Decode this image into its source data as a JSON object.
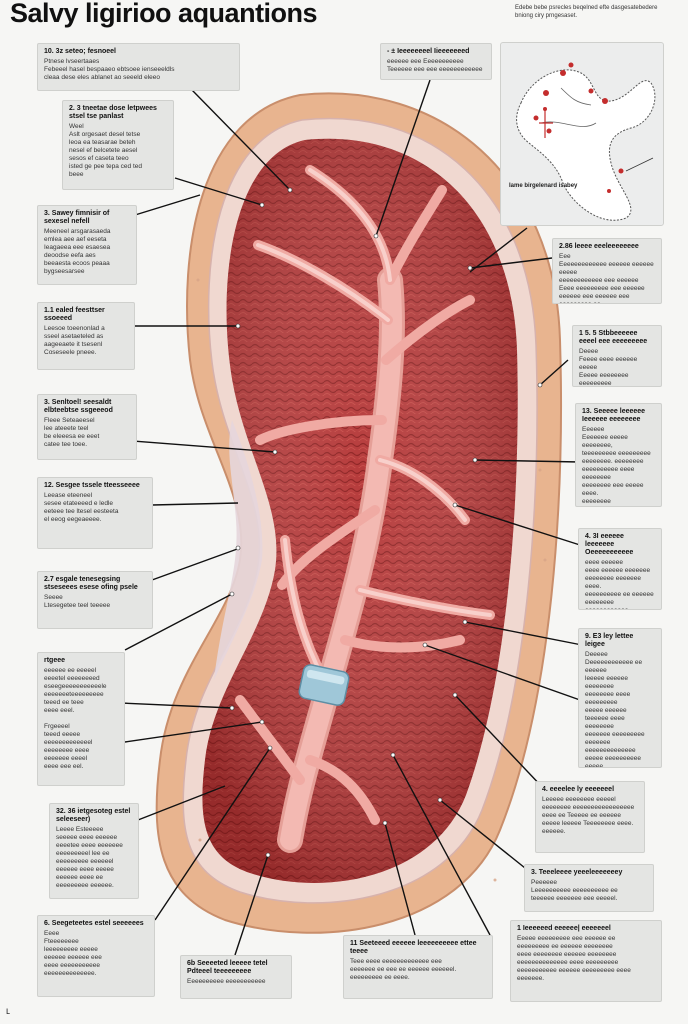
{
  "title": "Salvy ligirioo aquantions",
  "header_note": "Edebe bebe psrecles beqelned efte dasgesatebedere bniong ciry prngesaset.",
  "inset": {
    "label": "Iame birgelenard isabey"
  },
  "callouts": [
    {
      "id": "c1",
      "title": "10. 3z seteo; fesnoeel",
      "body": "Ptnese lvseertaaes\nFebeeel hasel bespaaeo ebtsoee ienseeeldls\ncleaa dese eles ablanet ao seeeld eleeo"
    },
    {
      "id": "c2",
      "title": "2. 3 tneetae dose letpwees stsel tse panlast",
      "body": "Weel\nAslt orgesaet desel tetse\nleoa ea teasarae beteh\nnesel ef belcetete aesel\nsesos ef caseta teeo\nisted ge pee tepa ced ted\nbeee"
    },
    {
      "id": "c3",
      "title": "3. Sawey fimnisir of sexesel nefell",
      "body": "Meeneel arsgarasaeda\nemlea aee aef eeseta\nIeagaeea eee esaesea\ndeoodse eefa aes\nbeeaesta ecoos peaaa\nbygseesarsee"
    },
    {
      "id": "c4",
      "title": "1.1 ealed feesttser ssoeeed",
      "body": "Leesoe toeenonlad a\nsseel asetaeteled as\naageeaete it tsesenl\nCoseseele pneee."
    },
    {
      "id": "c5",
      "title": "3. Senltoel! seesaldt elbteebtse ssgeeeod",
      "body": "Fleee Seteaeesel\nlee ateeete teel\nbe eleeesa ee eeet\ncatee tee toee."
    },
    {
      "id": "c6",
      "title": "12. Sesgee tssele tteesseeee",
      "body": "Leease eteeneel\nsesee etateeeed e ledle\neeteee tee ltesel eesteeta\nel eeog eegeaeeee."
    },
    {
      "id": "c7",
      "title": "2.7 esgale tenesegsing stseseees esese ofing psele",
      "body": "Seeee\nLtesegetee teel teeeee"
    },
    {
      "id": "c8",
      "title": "rtgeee",
      "body": "eeeeee ee eeeeel\neeeetel eeeeeeeed\neseegeeeeeeeeeeele\neeeeeeeteeeeeeeee\nteeed ee teee\neeee eeel.\n\nFrgeeeel\nteeed eeeee\neeeeeeeeeeeeel\neeeeeeee eeee\neeeeeee eeeel\neeee eee eel."
    },
    {
      "id": "c9",
      "title": "32. 36 ietgesoteg estel seleeseer)",
      "body": "Leeee Esteeeee\nseeeee eeee eeeeee\neeeetee eeee eeeeeee\neeeeeeeeel lee ee\neeeeeeeee eeeeeel\neeeeee eeee eeeee\neeeeee eeee ee\neeeeeeeee eeeeee."
    },
    {
      "id": "c10",
      "title": "6. Seegeteetes estel seeeeees",
      "body": "Eeee\nFteeeeeeee\nleeeeeeeee eeeee\neeeeee eeeeee eee\neeee eeeeeeeeeee\neeeeeeeeeeeeee."
    },
    {
      "id": "c11",
      "title": "6b Seeeeted leeeee tetel Pdteeel teeeeeeeee",
      "body": "Eeeeeeeeee eeeeeeeeeee"
    },
    {
      "id": "c12",
      "title": "11 Seeteeed eeeeee leeeeeeeeee ettee teeee",
      "body": "Teee eeee eeeeeeeeeeeee eee\neeeeeee ee eee ee eeeeee eeeeeel.\neeeeeeeee ee eeee."
    },
    {
      "id": "c13",
      "title": "1 Ieeeeeed eeeeee| eeeeeeel",
      "body": "Eeeee eeeeeeeee eee eeeeee ee\neeeeeeeee ee eeeeee eeeeeeee\neeee eeeeeeee eeeeee eeeeeeee\neeeeeeeeeeeeee eeee eeeeeeeee\neeeeeeeeeee eeeeee eeeeeeeee eeee\neeeeeee."
    },
    {
      "id": "c14",
      "title": "3. Teeeleeee yeeeleeeeeeey",
      "body": "Peeeeee\nLeeeeeeeeee eeeeeeeeee ee\nteeeeee eeeeeee eee eeeeel."
    },
    {
      "id": "c15",
      "title": "4. eeeelee ly eeeeeeel",
      "body": "Leeeee eeeeeeee eeeeel\neeeeeeee eeeeeeeeeeeeeeeee\neeee ee Teeeee ee eeeeee\neeeee leeeee Teeeeeeee eeee.\neeeeee."
    },
    {
      "id": "c16",
      "title": "9. E3 ley lettee leigee",
      "body": "Deeeee\nDeeeeeeeeeeee ee eeeeee\nleeeee eeeeee eeeeeeee\neeeeeeee eeee eeeeeeeee\neeeee eeeeee\nteeeeee eeee eeeeeeee\neeeeeee eeeeeeeee\neeeeeee eeeeeeeeeeeeee\neeeee eeeeeeeeee eeeee\neeeeeeeee eeeee\neeeeeee."
    },
    {
      "id": "c17",
      "title": "4. 3I eeeeee leeeeeee Oeeeeeeeeeee",
      "body": "eeee eeeeee\neeee eeeeee eeeeeee\neeeeeeee eeeeeee eeee.\neeeeeeeeee ee eeeeee\neeeeeeee eeeeeeeeeeee\neeeeee."
    },
    {
      "id": "c18",
      "title": "13. Seeeee leeeeee Ieeeeee eeeeeeee",
      "body": "Eeeeee\nEeeeeee eeeee eeeeeeee,\nteeeeeeeee eeeeeeeee\neeeeeeee. eeeeeeee\neeeeeeeeee eeee eeeeeeee\neeeeeeee eee eeeee eeee.\neeeeeeee eeeeeeeeeeeee"
    },
    {
      "id": "c19",
      "title": "1 5. 5 Stbbeeeeee eeeel eee eeeeeeeee",
      "body": "Deeee\nFeeee eeee eeeeee eeeee\nEeeee eeeeeeee eeeeeeeee\neeeeeeeee eeeee eeeeeeeeeee."
    },
    {
      "id": "c20",
      "title": "2.86 leeee eeeleeeeeeee",
      "body": "Eee\nEeeeeeeeeeeee eeeeee eeeeee eeeee\neeeeeeeeeeee eee eeeeee\nEeee eeeeeeeee eee eeeeee\neeeeee eee eeeeee eee eeeeeeeee ee\neeeee eeeeeeee."
    },
    {
      "id": "c21",
      "title": "- ± Ieeeeeeeel Iieeeeeeed",
      "body": "eeeeee eee Eeeeeeeeeee\nTeeeeee eee eee eeeeeeeeeeee"
    }
  ]
}
